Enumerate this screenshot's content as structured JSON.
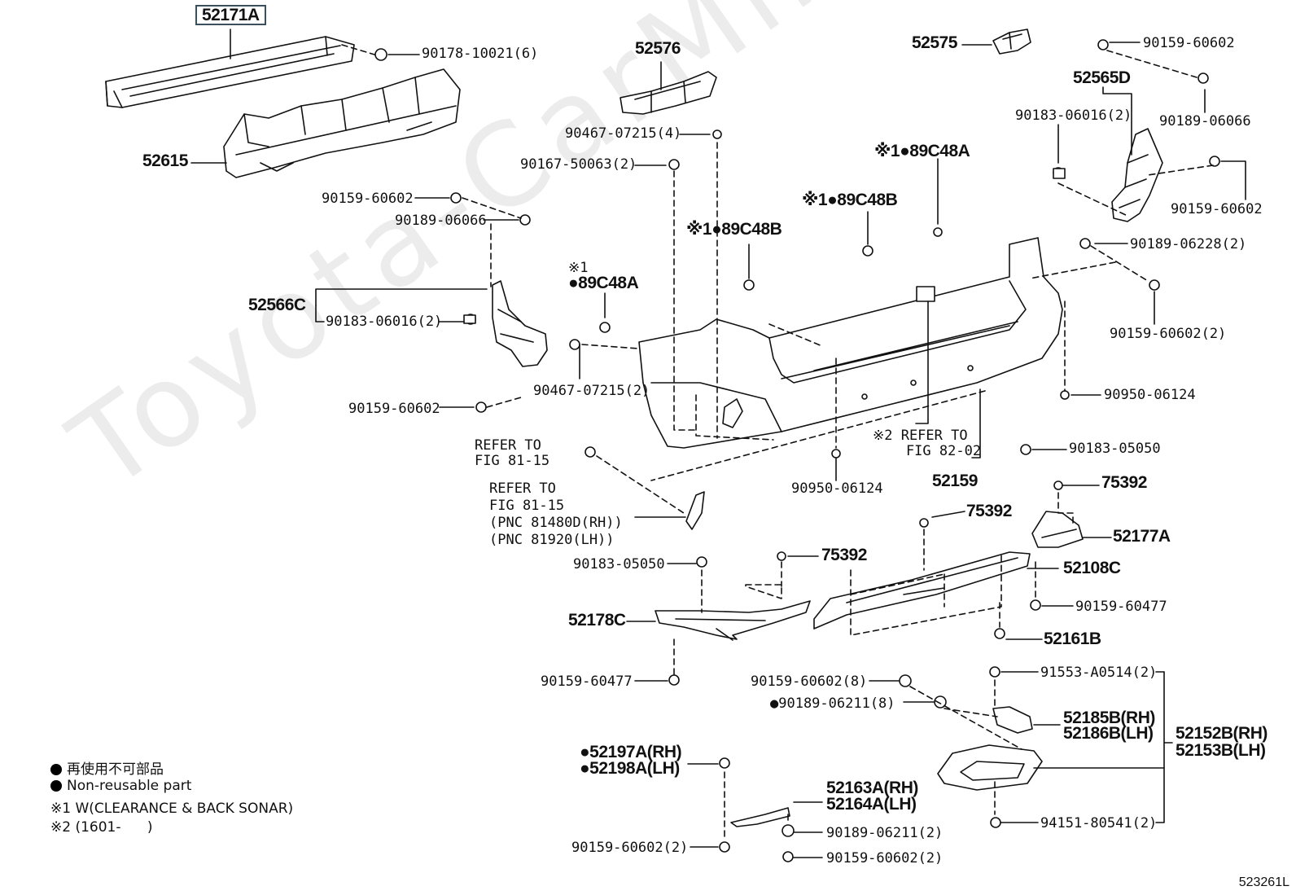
{
  "labels": {
    "p52171A": "52171A",
    "p90178": "90178-10021(6)",
    "p52615": "52615",
    "p52576": "52576",
    "p90467a": "90467-07215(4)",
    "p90167": "90167-50063(2)",
    "p52575": "52575",
    "p90159a": "90159-60602",
    "p52565D": "52565D",
    "p90183a": "90183-06016(2)",
    "p90189a": "90189-06066",
    "p89C48A_top": "※1●89C48A",
    "p89C48B_mid": "※1●89C48B",
    "p89C48B_left": "※1●89C48B",
    "p89C48A_mark": "※1",
    "p89C48A_left": "●89C48A",
    "p90159b": "90159-60602",
    "p90189b": "90189-06066",
    "p52566C": "52566C",
    "p90183b": "90183-06016(2)",
    "p90159c": "90159-60602",
    "p90467b": "90467-07215(2)",
    "p90159d": "90159-60602",
    "p90189c": "90189-06228(2)",
    "p90159e": "90159-60602(2)",
    "p90950a": "90950-06124",
    "p_refer_fig82": "※2 REFER TO\n    FIG 82-02",
    "p52159": "52159",
    "p90950b": "90950-06124",
    "p_refer1": "REFER TO\nFIG 81-15",
    "p_refer2": "REFER TO\nFIG 81-15\n(PNC 81480D(RH))\n(PNC 81920(LH))",
    "p90183c": "90183-05050",
    "p75392a": "75392",
    "p75392b": "75392",
    "p52177A": "52177A",
    "p90183d": "90183-05050",
    "p75392c": "75392",
    "p52108C": "52108C",
    "p52178C": "52178C",
    "p90159f": "90159-60477",
    "p52161B": "52161B",
    "p90159g": "90159-60477",
    "p90159h": "90159-60602(8)",
    "p91553": "91553-A0514(2)",
    "p90189d": "●90189-06211(8)",
    "p52185B": "52185B(RH)",
    "p52186B": "52186B(LH)",
    "p52152B": "52152B(RH)",
    "p52153B": "52153B(LH)",
    "p52197A": "●52197A(RH)",
    "p52198A": "●52198A(LH)",
    "p52163A": "52163A(RH)",
    "p52164A": "52164A(LH)",
    "p94151": "94151-80541(2)",
    "p90189e": "90189-06211(2)",
    "p90159i": "90159-60602(2)",
    "p90159j": "90159-60602(2)"
  },
  "legend": {
    "line1": "再使用不可部品",
    "line2": "Non-reusable part",
    "line3": "※1 W(CLEARANCE & BACK SONAR)",
    "line4": "※2 (1601-      )"
  },
  "watermark": "Toyota-CarMine.ru",
  "figure_id": "523261L"
}
